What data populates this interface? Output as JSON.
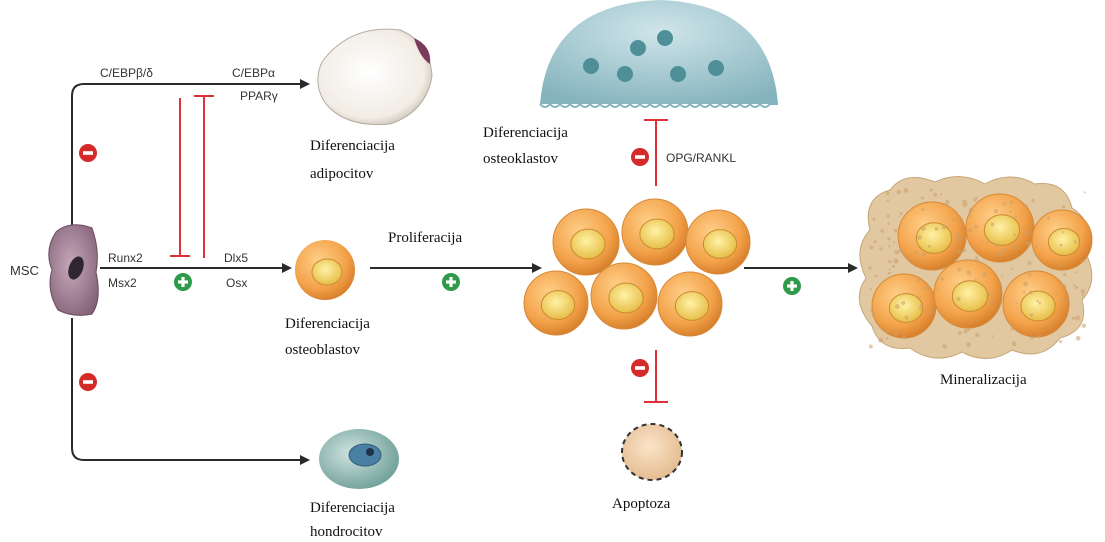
{
  "cells": {
    "msc": "MSC"
  },
  "factors": {
    "cebp_bd": "C/EBPβ/δ",
    "cebp_a": "C/EBPα",
    "ppar_g": "PPARγ",
    "runx2": "Runx2",
    "msx2": "Msx2",
    "dlx5": "Dlx5",
    "osx": "Osx",
    "opg_rankl": "OPG/RANKL"
  },
  "labels": {
    "adipocytes": [
      "Diferenciacija",
      "adipocitov"
    ],
    "osteoclasts": [
      "Diferenciacija",
      "osteoklastov"
    ],
    "osteoblasts": [
      "Diferenciacija",
      "osteoblastov"
    ],
    "chondrocytes": [
      "Diferenciacija",
      "hondrocitov"
    ],
    "proliferation": "Proliferacija",
    "mineralization": "Mineralizacija",
    "apoptosis": "Apoptoza"
  },
  "colors": {
    "arrow": "#2a2a2a",
    "inhibit": "#e0303a",
    "minus_sign": "#d42a2a",
    "plus_sign": "#2e9a4a",
    "osteoblast": "#f3a24a",
    "nucleus": "#f2d060",
    "osteoclast": "#9fc4cc",
    "adipocyte": "#f4f0ea",
    "chondrocyte": "#8fb9b2",
    "msc_cell": "#9c7a90",
    "mineral": "#e2c8a0"
  }
}
